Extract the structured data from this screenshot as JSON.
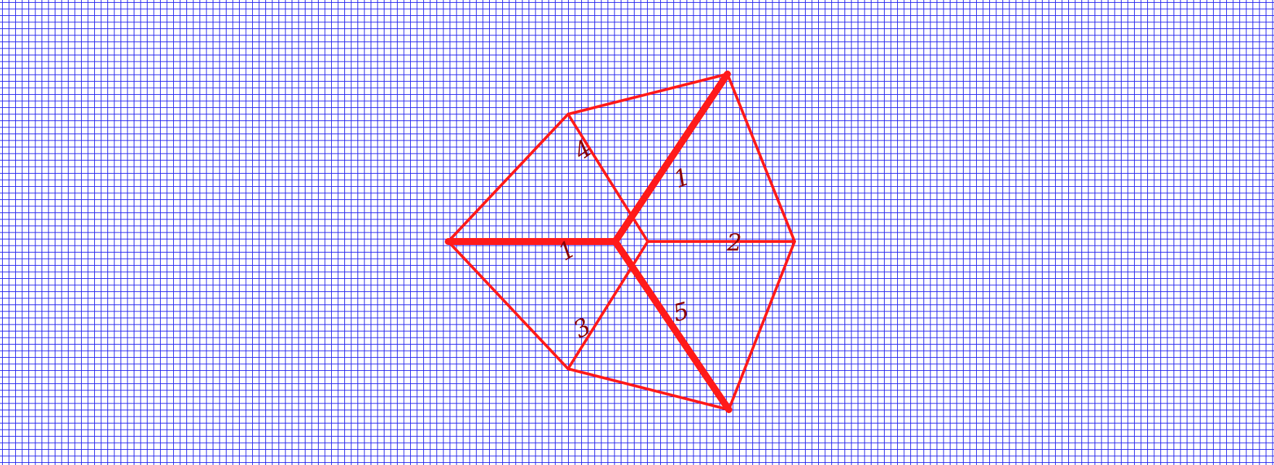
{
  "colors": {
    "grid": "#2222ee",
    "background": "#ffffff",
    "edge": "#ff1a1a",
    "label": "#8b0000"
  },
  "labels": {
    "upper_left": "4",
    "upper_right": "1",
    "left": "1",
    "right": "2",
    "lower_left": "3",
    "lower_right": "5"
  }
}
